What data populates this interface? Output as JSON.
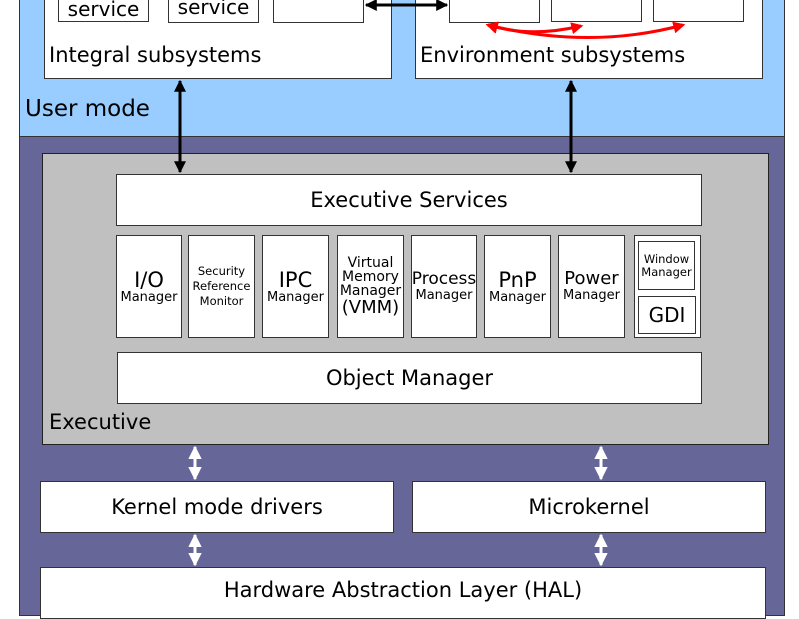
{
  "colors": {
    "user_mode_bg": "#99ccff",
    "kernel_mode_bg": "#666699",
    "executive_bg": "#c0c0c0",
    "box_bg": "#ffffff",
    "arrow_black": "#000000",
    "arrow_white": "#ffffff",
    "arrow_red": "#ff0000"
  },
  "user_mode": {
    "label": "User mode",
    "integral_subsystems": {
      "label": "Integral subsystems",
      "services": [
        "service",
        "service",
        ""
      ]
    },
    "environment_subsystems": {
      "label": "Environment subsystems",
      "boxes": [
        "",
        "",
        ""
      ]
    }
  },
  "kernel_mode": {
    "executive": {
      "label": "Executive",
      "executive_services": "Executive Services",
      "object_manager": "Object Manager",
      "managers": [
        {
          "title": "I/O",
          "subtitle": "Manager"
        },
        {
          "title": "Security Reference Monitor",
          "lines": [
            "Security",
            "Reference",
            "Monitor"
          ]
        },
        {
          "title": "IPC",
          "subtitle": "Manager"
        },
        {
          "title": "Virtual Memory Manager",
          "lines": [
            "Virtual",
            "Memory",
            "Manager"
          ],
          "subtitle": "(VMM)"
        },
        {
          "title": "Process",
          "subtitle": "Manager"
        },
        {
          "title": "PnP",
          "subtitle": "Manager"
        },
        {
          "title": "Power",
          "subtitle": "Manager"
        },
        {
          "window_manager": [
            "Window",
            "Manager"
          ],
          "gdi": "GDI"
        }
      ]
    },
    "kernel_mode_drivers": "Kernel mode drivers",
    "microkernel": "Microkernel",
    "hal": "Hardware Abstraction Layer (HAL)"
  }
}
